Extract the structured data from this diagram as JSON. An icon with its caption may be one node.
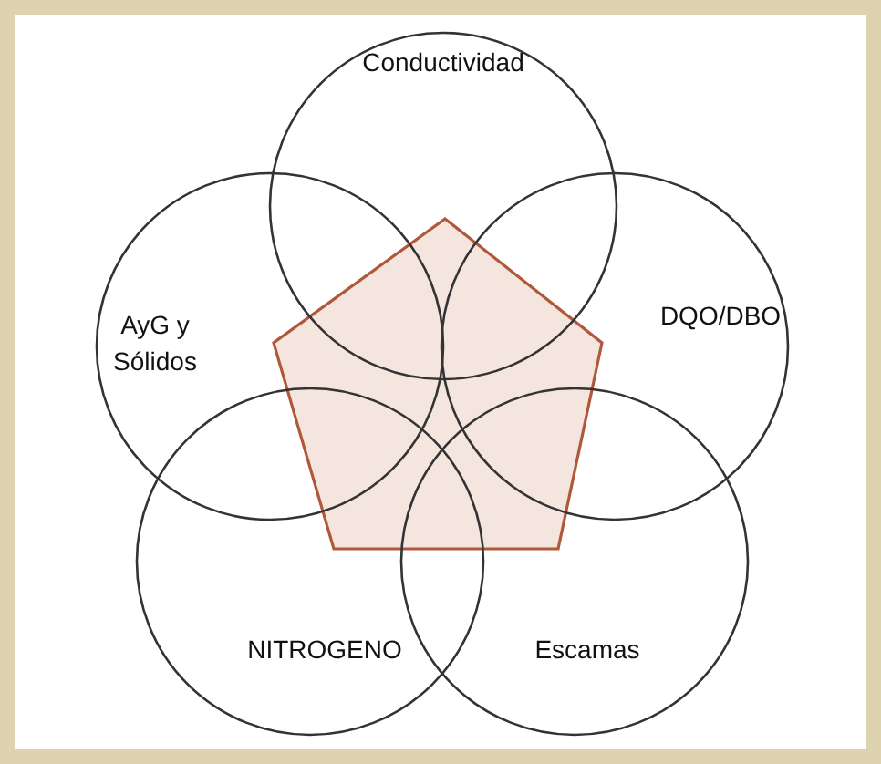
{
  "diagram": {
    "nodes": [
      {
        "text": [
          "Conductividad"
        ]
      },
      {
        "text": [
          "AyG y Sólidos"
        ]
      },
      {
        "text": [
          "DQO/DBO"
        ]
      },
      {
        "text": [
          "NITROGENO"
        ]
      },
      {
        "text": [
          "Escamas"
        ]
      },
      {
        "text": [],
        "shape": "pentagon"
      }
    ]
  }
}
